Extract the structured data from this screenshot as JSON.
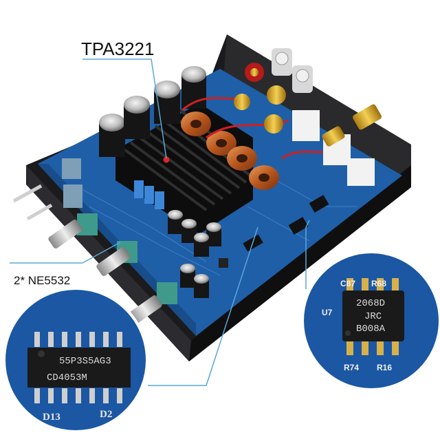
{
  "labels": {
    "main_chip": "TPA3221",
    "preamp_chip": "2* NE5532"
  },
  "zoom_left": {
    "chip_line1": "55P3S5AG3",
    "chip_line2": "CD4053M",
    "silk_left": "D13",
    "silk_right": "D2"
  },
  "zoom_right": {
    "chip_line1": "2068D",
    "chip_line2": "JRC",
    "chip_line3": "B008A",
    "silk_c87": "C87",
    "silk_r68": "R68",
    "silk_u7": "U7",
    "silk_r74": "R74",
    "silk_r16": "R16"
  },
  "colors": {
    "pcb": "#1f5fa8",
    "chassis": "#1b1b1d",
    "heatsink": "#141414",
    "callout_line": "#5aa7d8",
    "capacitor_red": "#c81e1e"
  }
}
